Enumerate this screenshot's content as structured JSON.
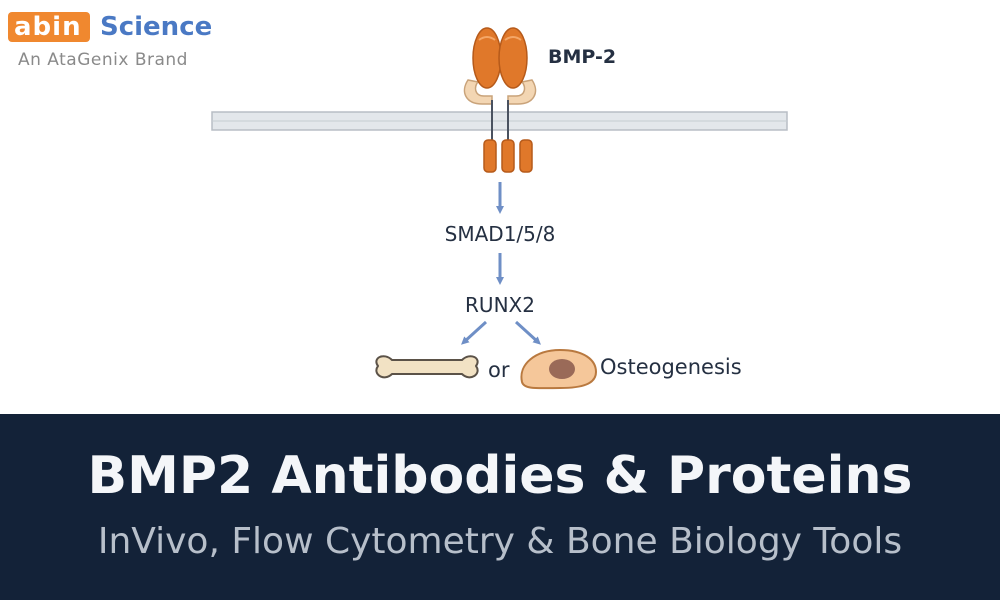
{
  "brand": {
    "logo_mark": "abin",
    "logo_word": "Science",
    "tagline": "An AtaGenix Brand",
    "mark_color": "#f0882f",
    "word_color": "#4a79c4"
  },
  "diagram": {
    "ligand_label": "BMP-2",
    "step_1": "SMAD1/5/8",
    "step_2": "RUNX2",
    "connector": "or",
    "outcome": "Osteogenesis",
    "colors": {
      "receptor": "#e0782a",
      "receptor_stroke": "#b65a1a",
      "arm": "#f3d6b3",
      "membrane": "#d9dee3",
      "arrow": "#6f8fc6",
      "bone": "#f2e2c4",
      "cell": "#f5c79a",
      "nucleus": "#9a6a58"
    }
  },
  "banner": {
    "title": "BMP2 Antibodies & Proteins",
    "subtitle": "InVivo, Flow Cytometry & Bone Biology Tools",
    "background": "#132238"
  }
}
